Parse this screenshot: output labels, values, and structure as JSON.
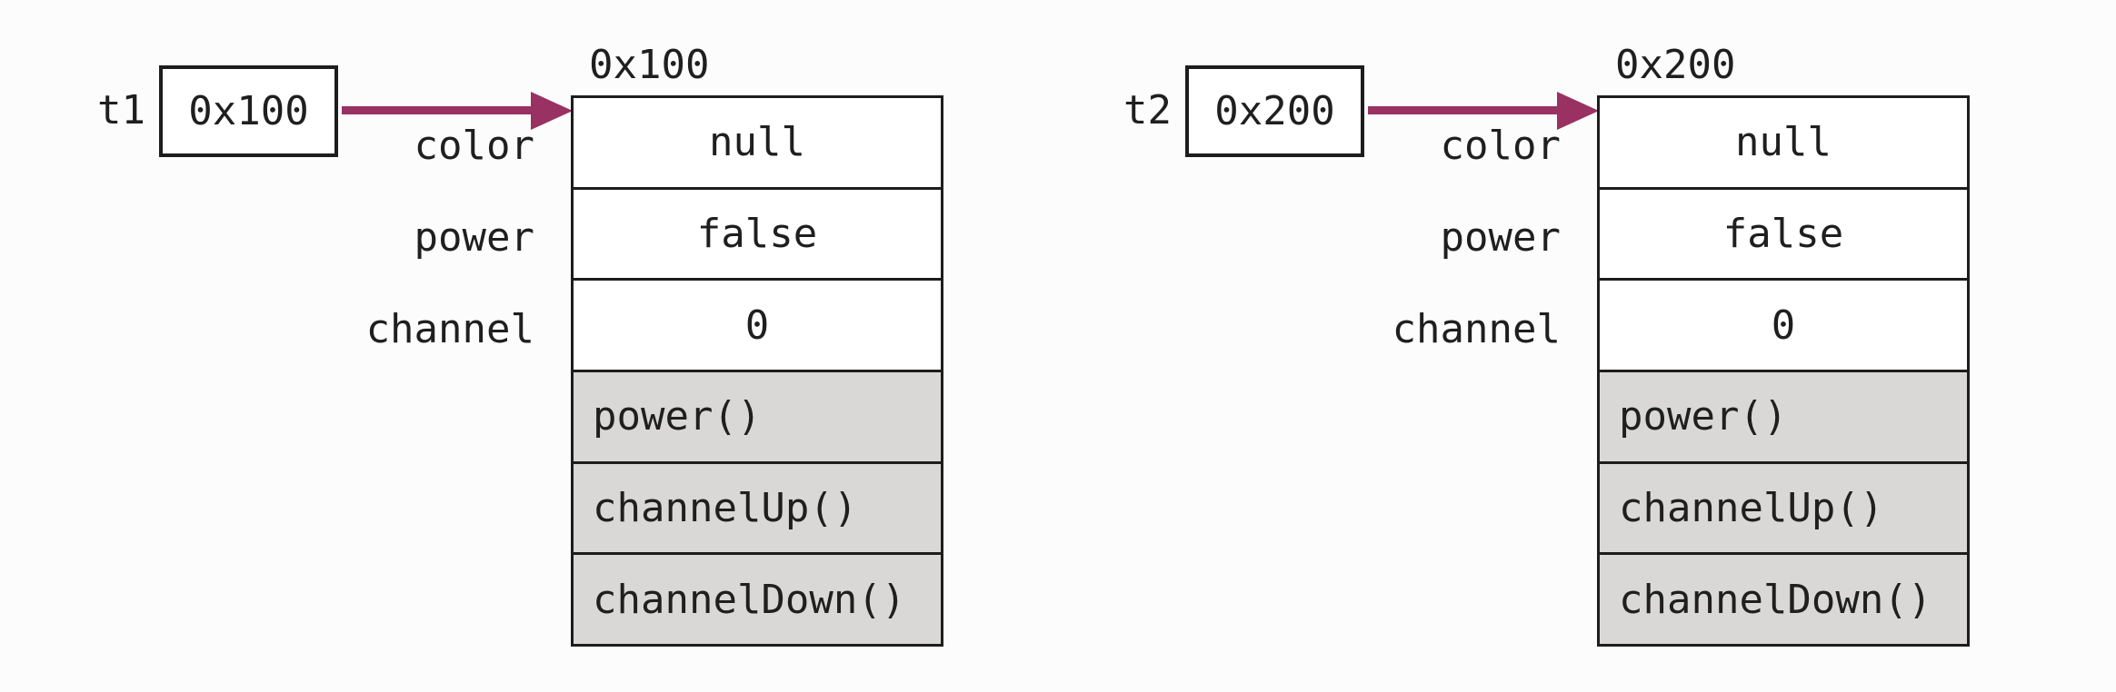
{
  "diagram": {
    "background": "#fcfcfc",
    "text_color": "#1f1f1f",
    "border_color": "#1d1d1d",
    "arrow_color": "#993163",
    "method_row_color": "#d9d8d6",
    "description": "Two reference variables pointing to two separate objects in memory"
  },
  "objects": [
    {
      "ref_name": "t1",
      "ref_value": "0x100",
      "address": "0x100",
      "fields": [
        {
          "name": "color",
          "value": "null"
        },
        {
          "name": "power",
          "value": "false"
        },
        {
          "name": "channel",
          "value": "0"
        }
      ],
      "methods": [
        "power()",
        "channelUp()",
        "channelDown()"
      ]
    },
    {
      "ref_name": "t2",
      "ref_value": "0x200",
      "address": "0x200",
      "fields": [
        {
          "name": "color",
          "value": "null"
        },
        {
          "name": "power",
          "value": "false"
        },
        {
          "name": "channel",
          "value": "0"
        }
      ],
      "methods": [
        "power()",
        "channelUp()",
        "channelDown()"
      ]
    }
  ]
}
